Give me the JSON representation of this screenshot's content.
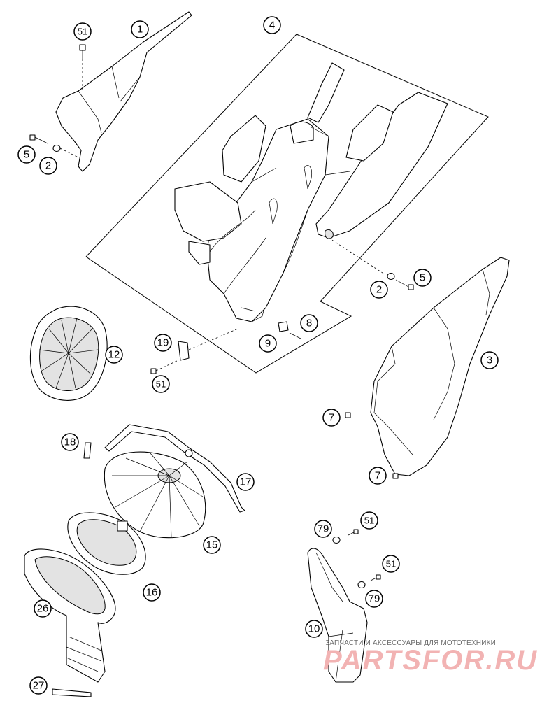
{
  "diagram": {
    "callouts": [
      "1",
      "51",
      "5",
      "2",
      "4",
      "2",
      "5",
      "3",
      "12",
      "19",
      "51",
      "9",
      "8",
      "7",
      "7",
      "18",
      "17",
      "15",
      "16",
      "26",
      "27",
      "79",
      "51",
      "51",
      "79",
      "10"
    ]
  },
  "watermark": {
    "tagline": "ЗАПЧАСТИ И АКСЕССУАРЫ ДЛЯ МОТОТЕХНИКИ",
    "logo": "PARTSFOR.RU",
    "color": "#f2b3b3"
  }
}
